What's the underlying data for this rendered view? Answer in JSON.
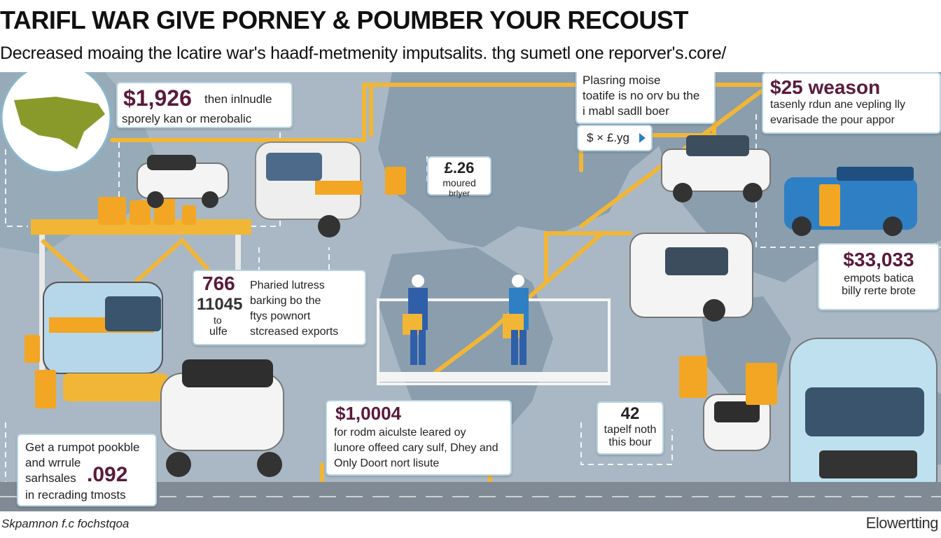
{
  "header": {
    "title": "TARIFL WAR GIVE PORNEY & POUMBER YOUR RECOUST",
    "subtitle": "Decreased moaing the lcatire war's haadf-metmenity imputsalits. thg sumetl one reporver's.core/"
  },
  "cards": {
    "top_left": {
      "value": "$1,926",
      "line1": "then inlnudle",
      "line2": "sporely kan or merobalic"
    },
    "center_small": {
      "value": "£.26",
      "line1": "moured",
      "line2": "brlyer"
    },
    "top_center": {
      "line1": "Plasring moise",
      "line2": "toatife is no orv bu the",
      "line3": "i mabl sadll boer",
      "button": "$ × £.yg"
    },
    "top_right": {
      "value": "$25 weason",
      "line1": "tasenly rdun ane vepling lly",
      "line2": "evarisade the pour appor"
    },
    "mid_left": {
      "value1": "766",
      "value2": "11045",
      "value3": "to",
      "value4": "ulfe",
      "line1": "Pharied lutress",
      "line2": "barking bo the",
      "line3": "ftys pownort",
      "line4": "stcreased exports"
    },
    "mid_right": {
      "value": "$33,033",
      "line1": "empots batica",
      "line2": "billy rerte brote"
    },
    "bottom_center": {
      "value": "$1,0004",
      "line1": "for rodm aiculste leared oy",
      "line2": "lunore offeed cary sulf, Dhey and",
      "line3": "Only Doort nort lisute"
    },
    "bottom_small": {
      "value": "42",
      "line1": "tapelf noth",
      "line2": "this bour"
    },
    "bottom_left": {
      "line1": "Get a rumpot pookble",
      "line2": "and wrrule",
      "line3": "sarhsales",
      "value": ".092",
      "line4": "in recrading tmosts"
    }
  },
  "footer": {
    "source": "Skpamnon f.c fochstqoa",
    "brand": "Elowertting"
  },
  "colors": {
    "value_text": "#5a1a3c",
    "map_bg": "#a9b8c4",
    "land": "#8a9eae",
    "pipe": "#f2b636",
    "usa_map": "#8a9a2a"
  }
}
